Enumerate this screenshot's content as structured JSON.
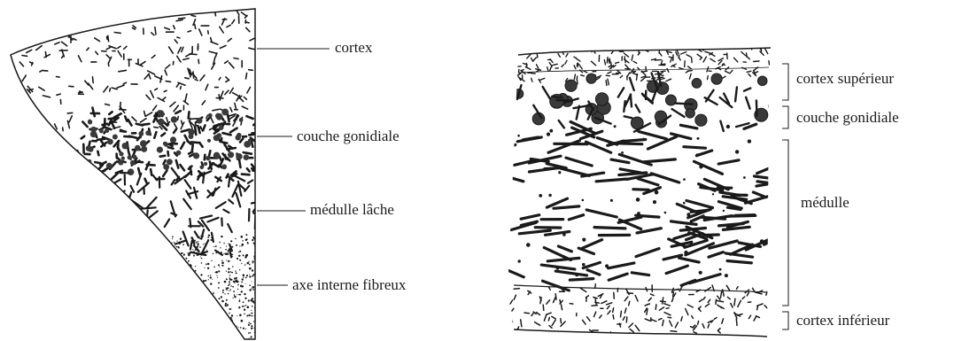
{
  "left_figure": {
    "labels": {
      "cortex": "cortex",
      "couche_gonidiale": "couche gonidiale",
      "medulle_lache": "médulle lâche",
      "axe_interne": "axe interne fibreux"
    }
  },
  "right_figure": {
    "labels": {
      "cortex_superieur": "cortex supérieur",
      "couche_gonidiale": "couche gonidiale",
      "medulle": "médulle",
      "cortex_inferieur": "cortex inférieur"
    }
  },
  "colors": {
    "ink": "#1a1a1a",
    "fill_dark": "#3a3a3a",
    "paper": "#ffffff"
  }
}
